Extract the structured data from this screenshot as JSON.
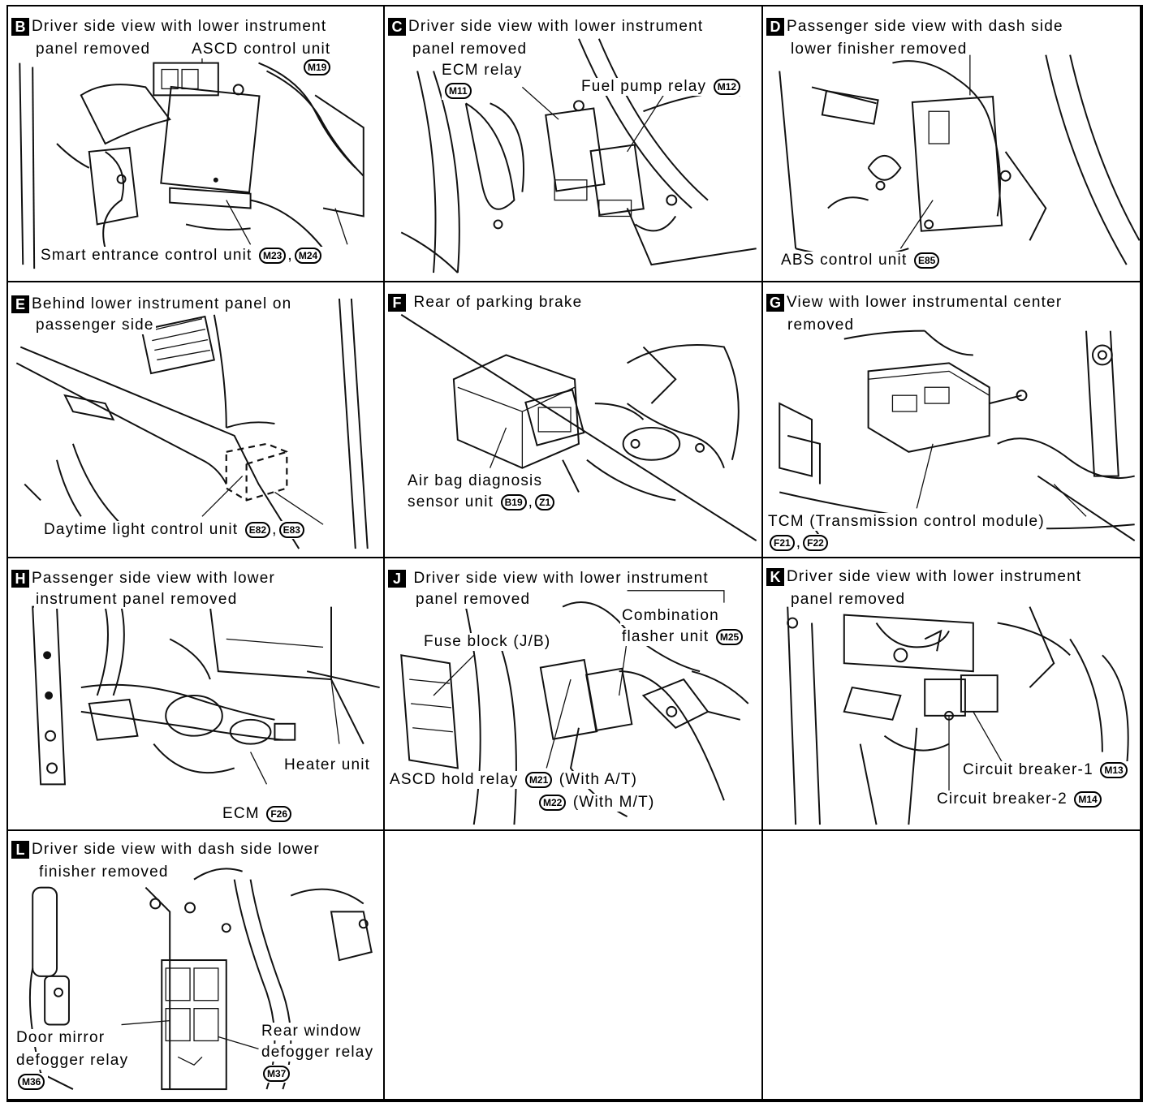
{
  "panels": {
    "B": {
      "letter": "B",
      "title_line1": "Driver side view with lower instrument",
      "title_line2": "panel removed",
      "label_ascd": "ASCD control unit",
      "conn_ascd": "M19",
      "label_smart": "Smart entrance control unit",
      "conn_smart1": "M23",
      "sep": ",",
      "conn_smart2": "M24"
    },
    "C": {
      "letter": "C",
      "title_line1": "Driver side view with lower instrument",
      "title_line2": "panel removed",
      "label_ecm_relay": "ECM relay",
      "conn_ecm_relay": "M11",
      "label_fuel": "Fuel pump relay",
      "conn_fuel": "M12"
    },
    "D": {
      "letter": "D",
      "title_line1": "Passenger side view with dash side",
      "title_line2": "lower finisher removed",
      "label_abs": "ABS control unit",
      "conn_abs": "E85"
    },
    "E": {
      "letter": "E",
      "title_line1": "Behind lower instrument panel on",
      "title_line2": "passenger side",
      "label_daytime": "Daytime light control unit",
      "conn_daytime1": "E82",
      "sep": ",",
      "conn_daytime2": "E83"
    },
    "F": {
      "letter": "F",
      "title_line1": "Rear of parking brake",
      "label_airbag1": "Air bag diagnosis",
      "label_airbag2": "sensor unit",
      "conn_airbag1": "B19",
      "sep": ",",
      "conn_airbag2": "Z1"
    },
    "G": {
      "letter": "G",
      "title_line1": "View with lower instrumental center",
      "title_line2": "removed",
      "label_tcm": "TCM (Transmission control module)",
      "conn_tcm1": "F21",
      "sep": ",",
      "conn_tcm2": "F22"
    },
    "H": {
      "letter": "H",
      "title_line1": "Passenger side view with lower",
      "title_line2": "instrument panel removed",
      "label_heater": "Heater unit",
      "label_ecm": "ECM",
      "conn_ecm": "F26"
    },
    "J": {
      "letter": "J",
      "title_line1": "Driver side view with lower instrument",
      "title_line2": "panel removed",
      "label_fuse": "Fuse block (J/B)",
      "label_comb1": "Combination",
      "label_comb2": "flasher unit",
      "conn_comb": "M25",
      "label_ascd_hold": "ASCD hold relay",
      "conn_at": "M21",
      "label_at": "(With A/T)",
      "conn_mt": "M22",
      "label_mt": "(With M/T)"
    },
    "K": {
      "letter": "K",
      "title_line1": "Driver side view with lower instrument",
      "title_line2": "panel removed",
      "label_cb1": "Circuit breaker-1",
      "conn_cb1": "M13",
      "label_cb2": "Circuit breaker-2",
      "conn_cb2": "M14"
    },
    "L": {
      "letter": "L",
      "title_line1": "Driver side view with dash side lower",
      "title_line2": "finisher removed",
      "label_door1": "Door mirror",
      "label_door2": "defogger relay",
      "conn_door": "M36",
      "label_rear1": "Rear window",
      "label_rear2": "defogger relay",
      "conn_rear": "M37"
    }
  }
}
